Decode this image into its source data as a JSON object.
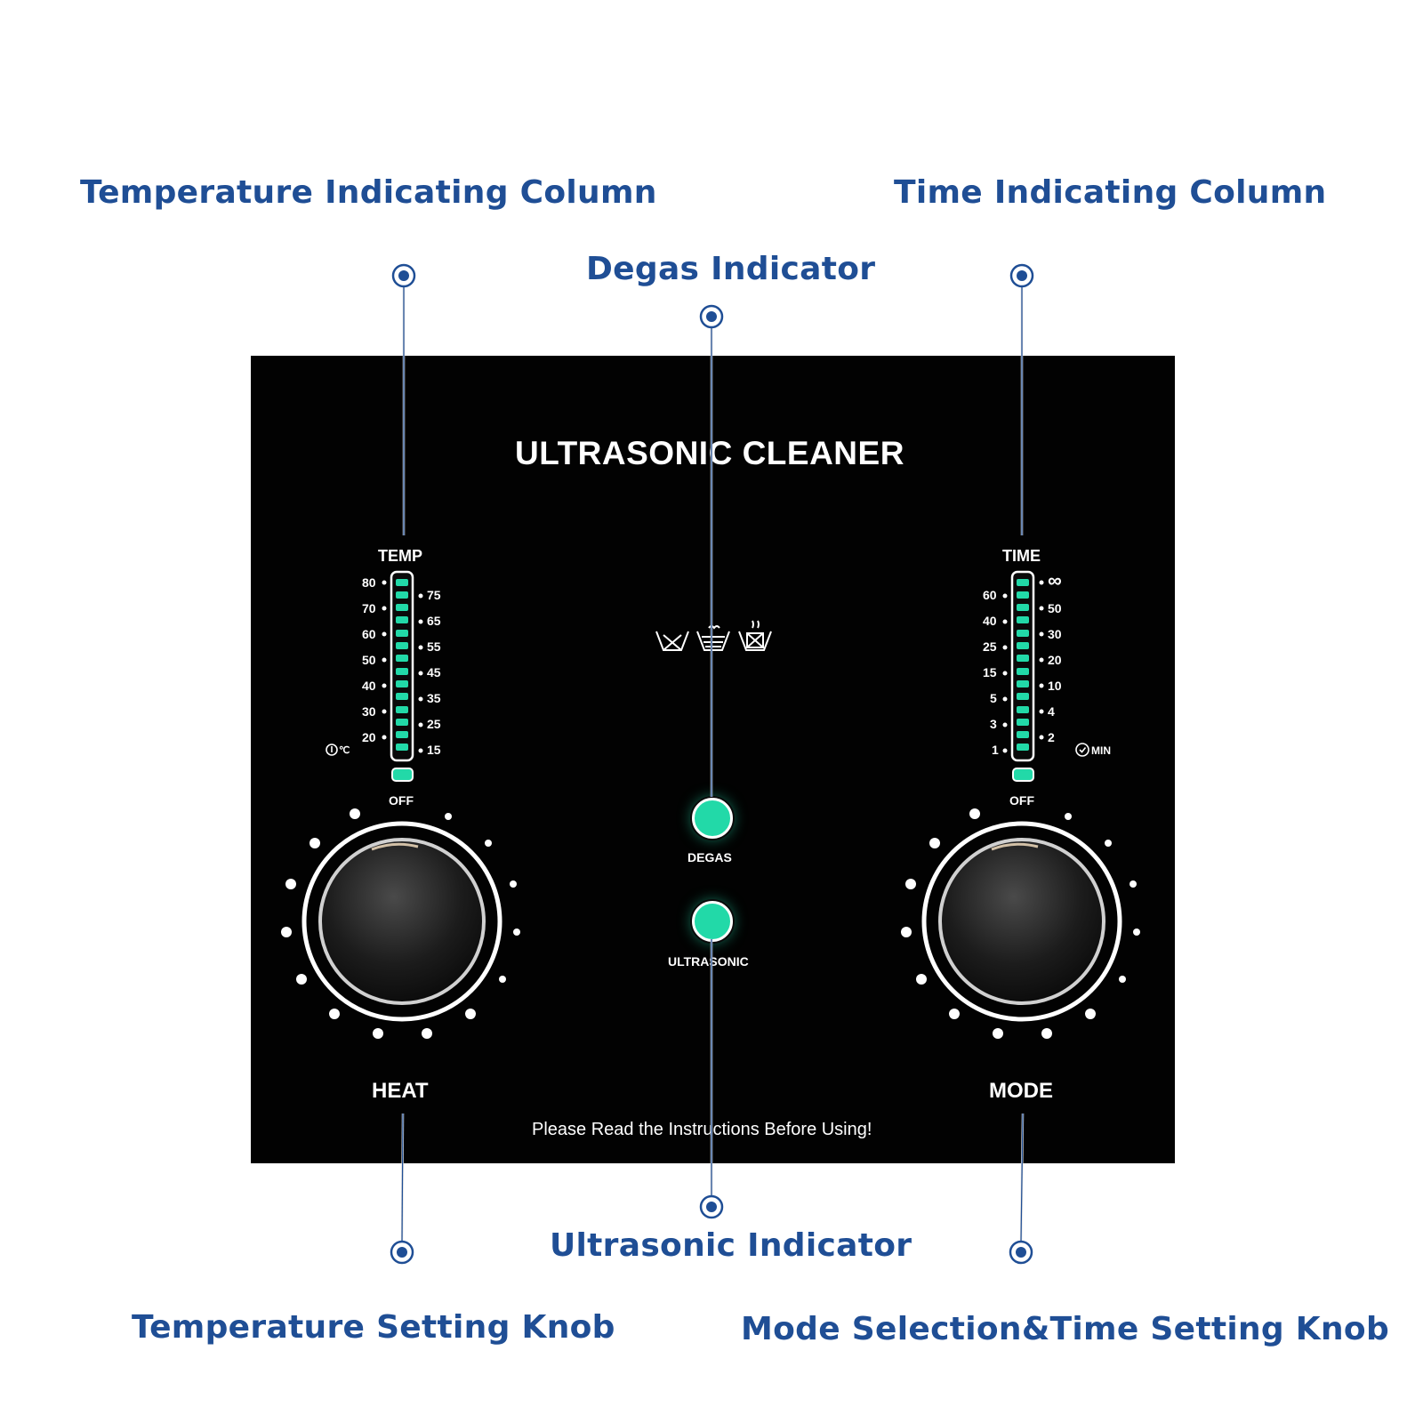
{
  "callouts": {
    "temp_column": "Temperature Indicating Column",
    "time_column": "Time Indicating Column",
    "degas_indicator": "Degas Indicator",
    "ultrasonic_indicator": "Ultrasonic Indicator",
    "temp_knob": "Temperature Setting Knob",
    "mode_knob": "Mode Selection&Time Setting Knob"
  },
  "panel": {
    "title": "ULTRASONIC CLEANER",
    "temp_label": "TEMP",
    "time_label": "TIME",
    "off": "OFF",
    "temp_unit": "℃",
    "time_unit": "MIN",
    "temp_left": [
      "80",
      "70",
      "60",
      "50",
      "40",
      "30",
      "20"
    ],
    "temp_right": [
      "75",
      "65",
      "55",
      "45",
      "35",
      "25",
      "15"
    ],
    "time_left": [
      "60",
      "40",
      "25",
      "15",
      "5",
      "3",
      "1"
    ],
    "time_right": [
      "∞",
      "50",
      "30",
      "20",
      "10",
      "4",
      "2"
    ],
    "degas": "DEGAS",
    "ultrasonic": "ULTRASONIC",
    "heat": "HEAT",
    "mode": "MODE",
    "note": "Please Read the Instructions Before Using!"
  },
  "colors": {
    "callout": "#1f4e95",
    "led": "#22d9a8",
    "panel": "#020202"
  },
  "icons": [
    "wash-basin-icon",
    "degas-basin-icon",
    "no-heat-basin-icon",
    "thermometer-icon",
    "clock-icon",
    "callout-target-icon"
  ]
}
